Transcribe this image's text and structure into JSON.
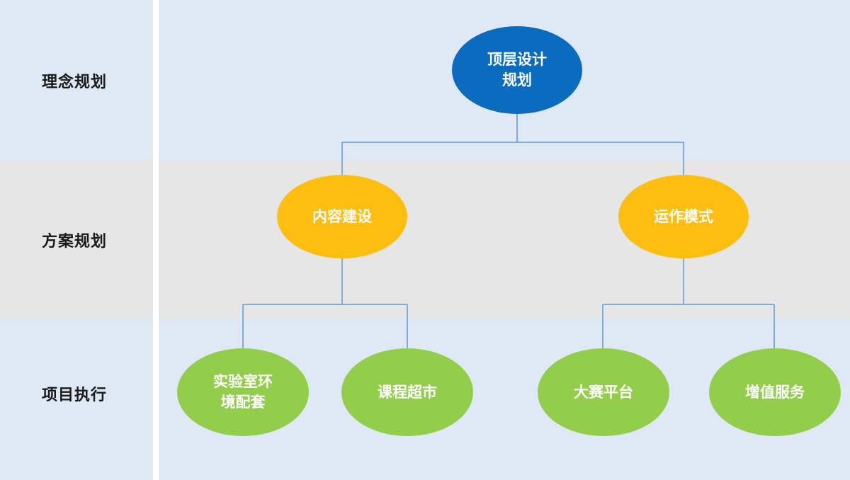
{
  "rows": {
    "concept": "理念规划",
    "scheme": "方案规划",
    "execution": "项目执行"
  },
  "nodes": {
    "root": "顶层设计\n规划",
    "content": "内容建设",
    "operation": "运作模式",
    "lab": "实验室环\n境配套",
    "course": "课程超市",
    "contest": "大赛平台",
    "service": "增值服务"
  },
  "colors": {
    "band_light_blue": "#dfe9f5",
    "band_gray": "#e7e6e7",
    "root_blue": "#0b6cbf",
    "mid_yellow": "#fdbe0f",
    "leaf_green": "#93cd4c",
    "connector": "#5b9bd5"
  }
}
